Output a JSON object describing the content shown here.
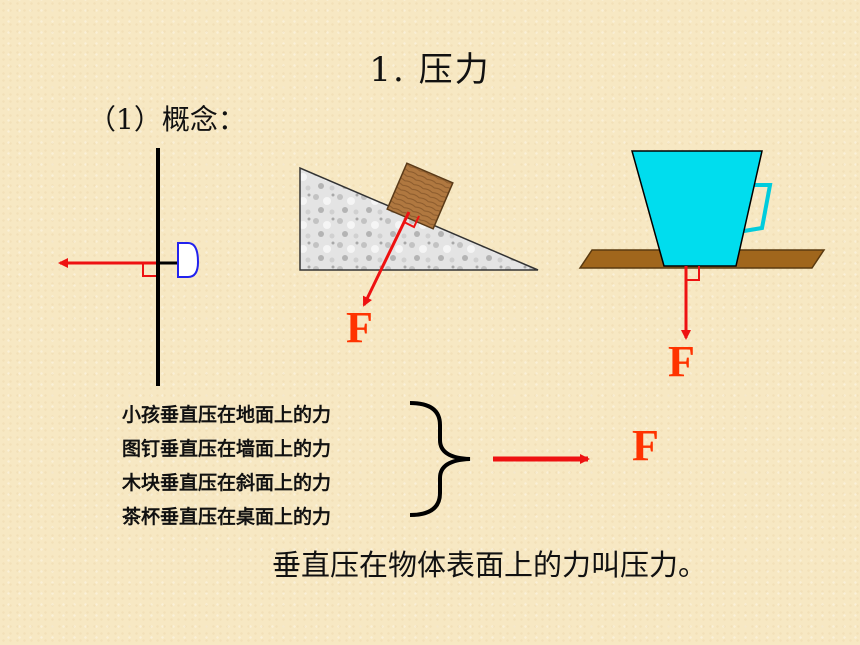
{
  "slide": {
    "title": "1. 压力",
    "subtitle": "（1）概念：",
    "force_label": "F",
    "cases": [
      "小孩垂直压在地面上的力",
      "图钉垂直压在墙面上的力",
      "木块垂直压在斜面上的力",
      "茶杯垂直压在桌面上的力"
    ],
    "definition": "垂直压在物体表面上的力叫压力。"
  },
  "colors": {
    "force_arrow": "#ee1111",
    "force_label": "#ff3300",
    "cup": "#00ddee",
    "table": "#a0661c",
    "pin": "#2222ee",
    "block": "#b07840"
  }
}
